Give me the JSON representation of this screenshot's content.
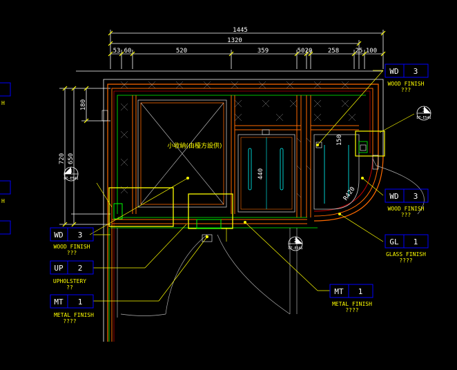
{
  "colors": {
    "background": "#000000",
    "dimension": "#ffffff",
    "wall": "#ff6a00",
    "wall_inner": "#c00000",
    "frame": "#00ff00",
    "glass": "#00ffff",
    "leader": "#ffff00",
    "door": "#b0b0b0"
  },
  "dimensions": {
    "overall": "1445",
    "inner": "1320",
    "segments": [
      "53",
      "60",
      "520",
      "359",
      "50",
      "20",
      "258",
      "25",
      "100"
    ],
    "vertical_outer": "720",
    "vertical_inner": "650",
    "vertical_top": "180",
    "shelf_height": "440",
    "shelf_top": "150",
    "radius": "R420"
  },
  "room_label": "小收納(由檯方設供)",
  "section_marks": [
    {
      "num": "1",
      "sheet": "DT-E541"
    },
    {
      "num": "2",
      "sheet": "DT-E541"
    },
    {
      "num": "3",
      "sheet": "DT-E541"
    }
  ],
  "tags": [
    {
      "code": "WD",
      "num": "3",
      "name": "WOOD FINISH",
      "note": "???"
    },
    {
      "code": "WD",
      "num": "3",
      "name": "WOOD FINISH",
      "note": "???"
    },
    {
      "code": "GL",
      "num": "1",
      "name": "GLASS FINISH",
      "note": "????"
    },
    {
      "code": "MT",
      "num": "1",
      "name": "METAL FINISH",
      "note": "????"
    },
    {
      "code": "WD",
      "num": "3",
      "name": "WOOD FINISH",
      "note": "???"
    },
    {
      "code": "UP",
      "num": "2",
      "name": "UPHOLSTERY",
      "note": "??"
    },
    {
      "code": "MT",
      "num": "1",
      "name": "METAL FINISH",
      "note": "????"
    }
  ],
  "edge_labels": {
    "h": "H",
    "h_cut": "H"
  }
}
